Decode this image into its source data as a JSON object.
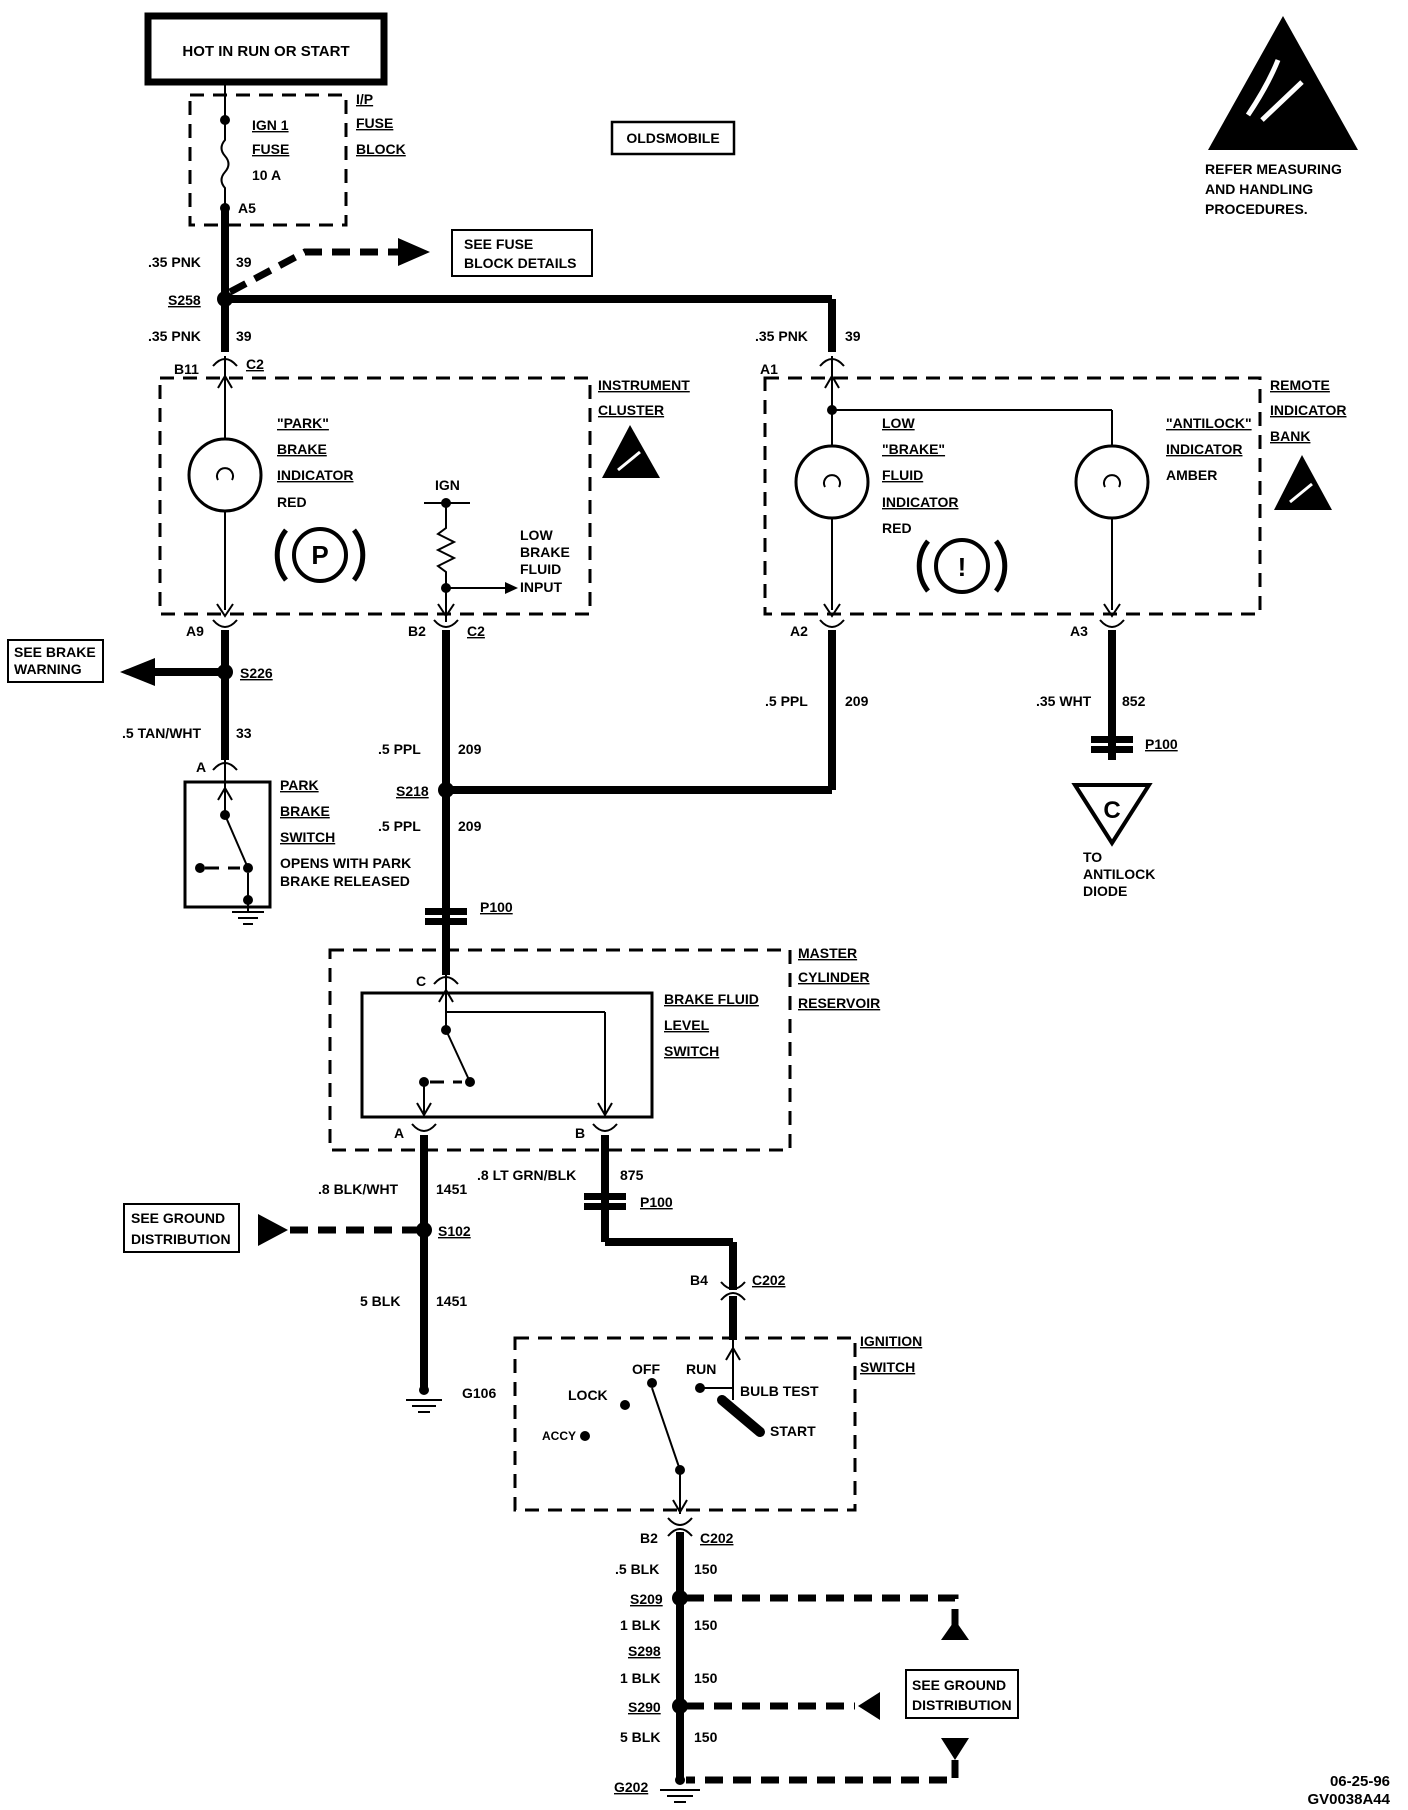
{
  "power": {
    "source_label": "HOT IN RUN OR START"
  },
  "brand": "OLDSMOBILE",
  "esd_warning": [
    "REFER MEASURING",
    "AND HANDLING",
    "PROCEDURES."
  ],
  "fuse_block": {
    "name": [
      "I/P",
      "FUSE",
      "BLOCK"
    ],
    "fuse": [
      "IGN 1",
      "FUSE",
      "10 A"
    ],
    "pin": "A5"
  },
  "see_fuse": [
    "SEE FUSE",
    "BLOCK DETAILS"
  ],
  "wires": {
    "w1": {
      "gauge": ".35 PNK",
      "circuit": "39"
    },
    "w2": {
      "gauge": ".35 PNK",
      "circuit": "39"
    },
    "w3": {
      "gauge": ".35 PNK",
      "circuit": "39"
    },
    "w_tan": {
      "gauge": ".5 TAN/WHT",
      "circuit": "33"
    },
    "w_ppl1": {
      "gauge": ".5 PPL",
      "circuit": "209"
    },
    "w_ppl2": {
      "gauge": ".5 PPL",
      "circuit": "209"
    },
    "w_ppl3": {
      "gauge": ".5 PPL",
      "circuit": "209"
    },
    "w_wht": {
      "gauge": ".35 WHT",
      "circuit": "852"
    },
    "w_blkwht": {
      "gauge": ".8 BLK/WHT",
      "circuit": "1451"
    },
    "w_ltgrn": {
      "gauge": ".8 LT GRN/BLK",
      "circuit": "875"
    },
    "w_5blk": {
      "gauge": "5 BLK",
      "circuit": "1451"
    },
    "w_b1": {
      "gauge": ".5 BLK",
      "circuit": "150"
    },
    "w_b2": {
      "gauge": "1 BLK",
      "circuit": "150"
    },
    "w_b3": {
      "gauge": "1 BLK",
      "circuit": "150"
    },
    "w_b4": {
      "gauge": "5 BLK",
      "circuit": "150"
    }
  },
  "splices": {
    "s258": "S258",
    "s226": "S226",
    "s218": "S218",
    "s102": "S102",
    "s209": "S209",
    "s298": "S298",
    "s290": "S290"
  },
  "grounds": {
    "g106": "G106",
    "g202": "G202"
  },
  "connectors": {
    "b11": "B11",
    "c2a": "C2",
    "a9": "A9",
    "b2": "B2",
    "c2b": "C2",
    "a1": "A1",
    "a2": "A2",
    "a3": "A3",
    "p100a": "P100",
    "p100b": "P100",
    "p100c": "P100",
    "pin_c": "C",
    "pin_a": "A",
    "pin_b": "B",
    "park_a": "A",
    "b4": "B4",
    "c202a": "C202",
    "b2b": "B2",
    "c202b": "C202"
  },
  "cluster": {
    "name": [
      "INSTRUMENT",
      "CLUSTER"
    ],
    "park_lamp": [
      "\"PARK\"",
      "BRAKE",
      "INDICATOR",
      "RED"
    ],
    "ign": "IGN",
    "low_input": [
      "LOW",
      "BRAKE",
      "FLUID",
      "INPUT"
    ],
    "park_symbol": "P"
  },
  "remote": {
    "name": [
      "REMOTE",
      "INDICATOR",
      "BANK"
    ],
    "low_lamp": [
      "LOW",
      "\"BRAKE\"",
      "FLUID",
      "INDICATOR",
      "RED"
    ],
    "antilock_lamp": [
      "\"ANTILOCK\"",
      "INDICATOR",
      "AMBER"
    ],
    "warn_symbol": "!"
  },
  "see_brake": [
    "SEE BRAKE",
    "WARNING"
  ],
  "park_switch": {
    "name": [
      "PARK",
      "BRAKE",
      "SWITCH"
    ],
    "note": [
      "OPENS WITH PARK",
      "BRAKE RELEASED"
    ]
  },
  "antilock": {
    "symbol": "C",
    "text": [
      "TO",
      "ANTILOCK",
      "DIODE"
    ]
  },
  "master": {
    "name": [
      "MASTER",
      "CYLINDER",
      "RESERVOIR"
    ],
    "switch": [
      "BRAKE FLUID",
      "LEVEL",
      "SWITCH"
    ]
  },
  "see_ground1": [
    "SEE GROUND",
    "DISTRIBUTION"
  ],
  "see_ground2": [
    "SEE GROUND",
    "DISTRIBUTION"
  ],
  "ignition": {
    "name": [
      "IGNITION",
      "SWITCH"
    ],
    "lock": "LOCK",
    "off": "OFF",
    "run": "RUN",
    "accy": "ACCY",
    "bulb": "BULB TEST",
    "start": "START"
  },
  "footer": {
    "date": "06-25-96",
    "code": "GV0038A44"
  }
}
